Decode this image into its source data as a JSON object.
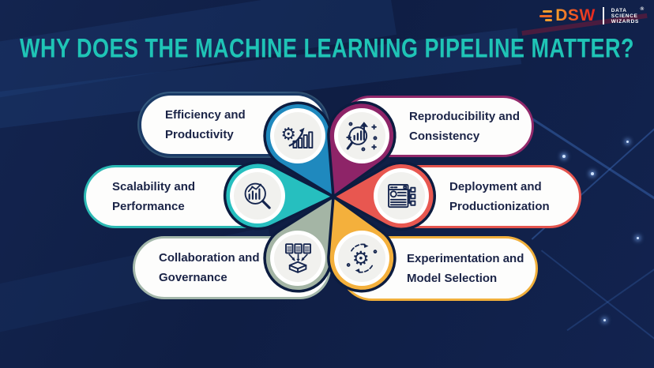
{
  "header": {
    "title": "WHY DOES THE MACHINE LEARNING PIPELINE MATTER?",
    "title_color": "#1fc4b6"
  },
  "logo": {
    "brand": "DSW",
    "registered": "®",
    "tagline_lines": [
      "DATA",
      "SCIENCE",
      "WIZARDS"
    ]
  },
  "colors": {
    "background_navy": "#12234f",
    "outline_navy": "#0c1c40",
    "pill_text": "#1b2447"
  },
  "modules": [
    {
      "id": "efficiency",
      "label_lines": [
        "Efficiency and",
        "Productivity"
      ],
      "accent": "#1f89be",
      "icon": "gear-growth-chart-icon"
    },
    {
      "id": "reproducibility",
      "label_lines": [
        "Reproducibility and",
        "Consistency"
      ],
      "accent": "#8e2468",
      "icon": "magnifier-arrow-chart-icon"
    },
    {
      "id": "scalability",
      "label_lines": [
        "Scalability and",
        "Performance"
      ],
      "accent": "#26bfbf",
      "icon": "magnifier-analytics-icon"
    },
    {
      "id": "deployment",
      "label_lines": [
        "Deployment and",
        "Productionization"
      ],
      "accent": "#e85750",
      "icon": "browser-modules-icon"
    },
    {
      "id": "collaboration",
      "label_lines": [
        "Collaboration and",
        "Governance"
      ],
      "accent": "#a4b5a5",
      "icon": "documents-into-box-icon"
    },
    {
      "id": "experimentation",
      "label_lines": [
        "Experimentation and",
        "Model Selection"
      ],
      "accent": "#f4b03c",
      "icon": "gear-cycle-icon"
    }
  ]
}
